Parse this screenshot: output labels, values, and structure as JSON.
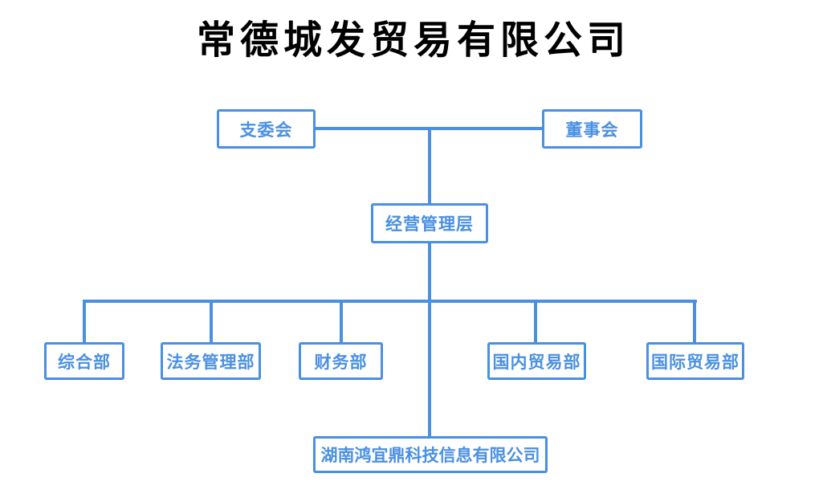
{
  "title": "常德城发贸易有限公司",
  "colors": {
    "line_color": "#4a90e2",
    "node_border": "#4a90e2",
    "node_text": "#4a90e2",
    "title_text": "#000000",
    "background": "#ffffff"
  },
  "nodes": {
    "branch_committee": {
      "label": "支委会"
    },
    "board_of_directors": {
      "label": "董事会"
    },
    "management_level": {
      "label": "经营管理层"
    },
    "general_dept": {
      "label": "综合部"
    },
    "legal_dept": {
      "label": "法务管理部"
    },
    "finance_dept": {
      "label": "财务部"
    },
    "domestic_trade_dept": {
      "label": "国内贸易部"
    },
    "international_trade_dept": {
      "label": "国际贸易部"
    },
    "subsidiary_company": {
      "label": "湖南鸿宜鼎科技信息有限公司"
    }
  },
  "edges": [
    {
      "from": "支委会",
      "to": "经营管理层"
    },
    {
      "from": "董事会",
      "to": "经营管理层"
    },
    {
      "from": "经营管理层",
      "to": "综合部"
    },
    {
      "from": "经营管理层",
      "to": "法务管理部"
    },
    {
      "from": "经营管理层",
      "to": "财务部"
    },
    {
      "from": "经营管理层",
      "to": "国内贸易部"
    },
    {
      "from": "经营管理层",
      "to": "国际贸易部"
    },
    {
      "from": "经营管理层",
      "to": "湖南鸿宜鼎科技信息有限公司"
    }
  ]
}
